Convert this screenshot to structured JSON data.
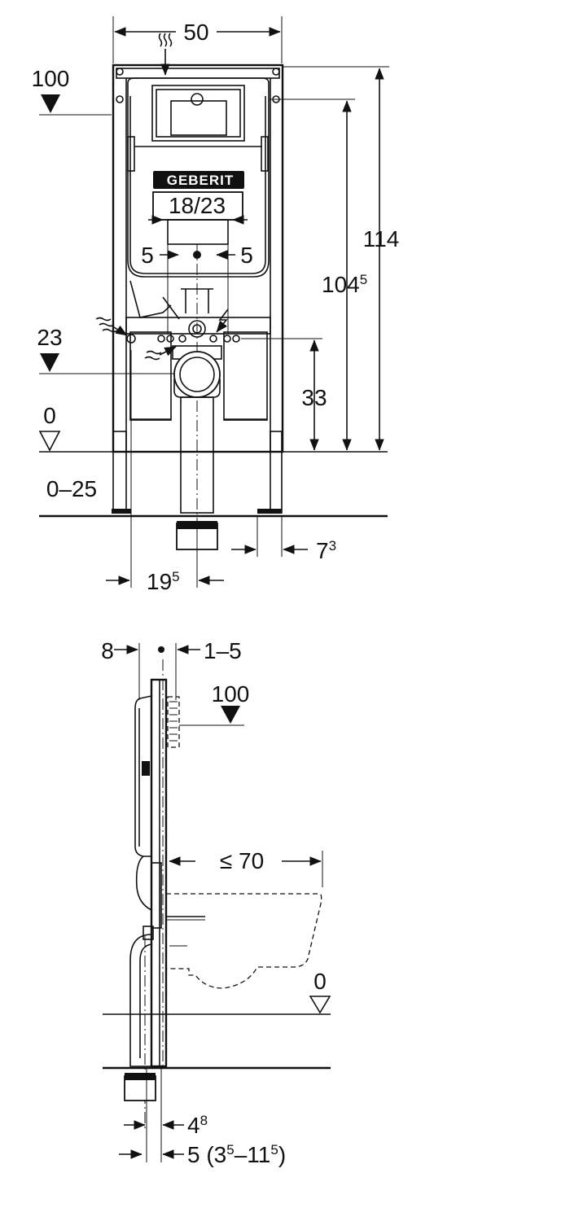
{
  "brand": {
    "logo_text": "GEBERIT"
  },
  "front_view": {
    "width_top": "50",
    "height_total": "114",
    "height_second": "104",
    "height_second_sup": "5",
    "height_drain": "33",
    "level_top_label": "100",
    "level_mid_label": "23",
    "level_floor_label": "0",
    "floor_range_label": "0–25",
    "flush_width_label": "18/23",
    "left_offset_label": "5",
    "right_offset_label": "5",
    "bottom_left_main": "19",
    "bottom_left_sup": "5",
    "bottom_right_main": "7",
    "bottom_right_sup": "3"
  },
  "side_view": {
    "top_left_label": "8",
    "top_right_label": "1–5",
    "level_top_label": "100",
    "depth_label": "≤ 70",
    "level_floor_label": "0",
    "bottom_a_main": "4",
    "bottom_a_sup": "8",
    "bottom_b_prefix": "5 (3",
    "bottom_b_sup1": "5",
    "bottom_b_mid": "–11",
    "bottom_b_sup2": "5",
    "bottom_b_suffix": ")"
  }
}
